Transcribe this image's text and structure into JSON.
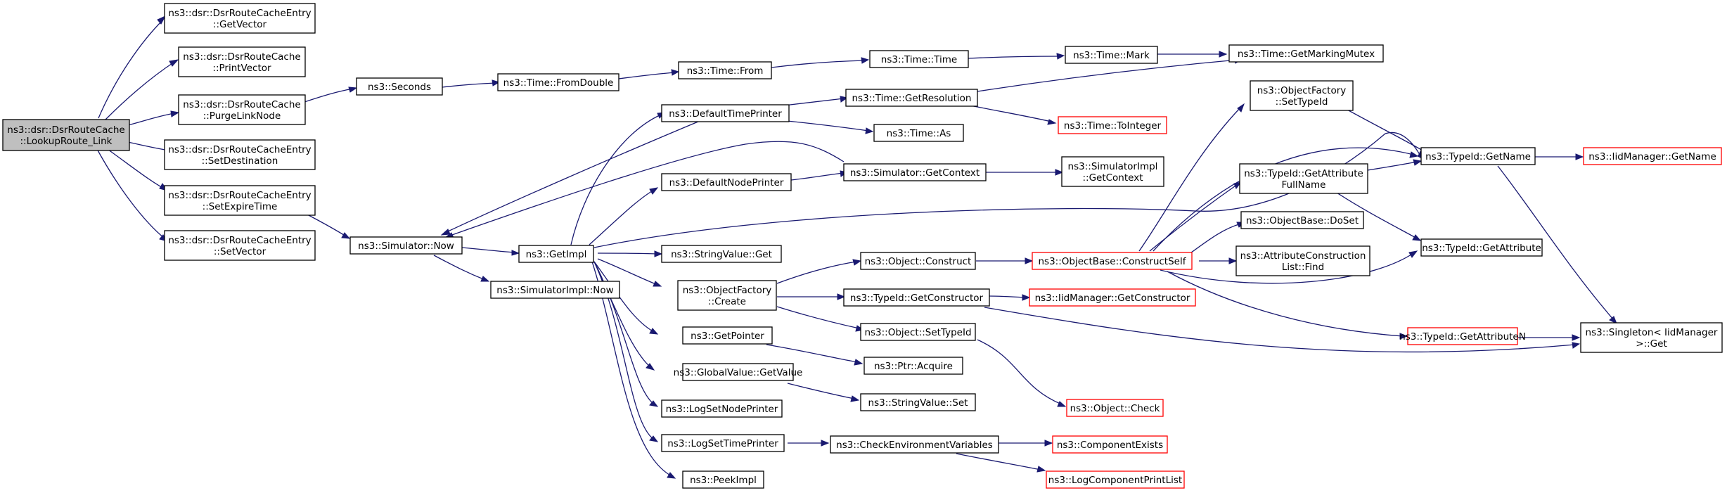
{
  "diagram": {
    "type": "call-graph",
    "colors": {
      "edge": "#191970",
      "root_fill": "#bfbfbf",
      "node_border": "#000000",
      "truncated_border": "#ff0000",
      "text": "#000000"
    },
    "nodes": [
      {
        "id": "root",
        "lines": [
          "ns3::dsr::DsrRouteCache",
          "::LookupRoute_Link"
        ],
        "style": "root"
      },
      {
        "id": "n_getvector",
        "lines": [
          "ns3::dsr::DsrRouteCacheEntry",
          "::GetVector"
        ],
        "style": "normal"
      },
      {
        "id": "n_printvector",
        "lines": [
          "ns3::dsr::DsrRouteCache",
          "::PrintVector"
        ],
        "style": "normal"
      },
      {
        "id": "n_purgelink",
        "lines": [
          "ns3::dsr::DsrRouteCache",
          "::PurgeLinkNode"
        ],
        "style": "normal"
      },
      {
        "id": "n_setdest",
        "lines": [
          "ns3::dsr::DsrRouteCacheEntry",
          "::SetDestination"
        ],
        "style": "normal"
      },
      {
        "id": "n_setexpire",
        "lines": [
          "ns3::dsr::DsrRouteCacheEntry",
          "::SetExpireTime"
        ],
        "style": "normal"
      },
      {
        "id": "n_setvector",
        "lines": [
          "ns3::dsr::DsrRouteCacheEntry",
          "::SetVector"
        ],
        "style": "normal"
      },
      {
        "id": "n_seconds",
        "lines": [
          "ns3::Seconds"
        ],
        "style": "normal"
      },
      {
        "id": "n_simnow",
        "lines": [
          "ns3::Simulator::Now"
        ],
        "style": "normal"
      },
      {
        "id": "n_fromdouble",
        "lines": [
          "ns3::Time::FromDouble"
        ],
        "style": "normal"
      },
      {
        "id": "n_getimpl",
        "lines": [
          "ns3::GetImpl"
        ],
        "style": "normal"
      },
      {
        "id": "n_simimplnow",
        "lines": [
          "ns3::SimulatorImpl::Now"
        ],
        "style": "normal"
      },
      {
        "id": "n_timefrom",
        "lines": [
          "ns3::Time::From"
        ],
        "style": "normal"
      },
      {
        "id": "n_deftimeprinter",
        "lines": [
          "ns3::DefaultTimePrinter"
        ],
        "style": "normal"
      },
      {
        "id": "n_defnodeprinter",
        "lines": [
          "ns3::DefaultNodePrinter"
        ],
        "style": "normal"
      },
      {
        "id": "n_strvalget",
        "lines": [
          "ns3::StringValue::Get"
        ],
        "style": "normal"
      },
      {
        "id": "n_objfactcreate",
        "lines": [
          "ns3::ObjectFactory",
          "::Create"
        ],
        "style": "normal"
      },
      {
        "id": "n_getpointer",
        "lines": [
          "ns3::GetPointer"
        ],
        "style": "normal"
      },
      {
        "id": "n_gvgetvalue",
        "lines": [
          "ns3::GlobalValue::GetValue"
        ],
        "style": "normal"
      },
      {
        "id": "n_logsetnode",
        "lines": [
          "ns3::LogSetNodePrinter"
        ],
        "style": "normal"
      },
      {
        "id": "n_logsettime",
        "lines": [
          "ns3::LogSetTimePrinter"
        ],
        "style": "normal"
      },
      {
        "id": "n_peekimpl",
        "lines": [
          "ns3::PeekImpl"
        ],
        "style": "normal"
      },
      {
        "id": "n_timetime",
        "lines": [
          "ns3::Time::Time"
        ],
        "style": "normal"
      },
      {
        "id": "n_getres",
        "lines": [
          "ns3::Time::GetResolution"
        ],
        "style": "normal"
      },
      {
        "id": "n_timeas",
        "lines": [
          "ns3::Time::As"
        ],
        "style": "normal"
      },
      {
        "id": "n_simgetctx",
        "lines": [
          "ns3::Simulator::GetContext"
        ],
        "style": "normal"
      },
      {
        "id": "n_objconstruct",
        "lines": [
          "ns3::Object::Construct"
        ],
        "style": "normal"
      },
      {
        "id": "n_tidgetctor",
        "lines": [
          "ns3::TypeId::GetConstructor"
        ],
        "style": "normal"
      },
      {
        "id": "n_objsettid",
        "lines": [
          "ns3::Object::SetTypeId"
        ],
        "style": "normal"
      },
      {
        "id": "n_ptracquire",
        "lines": [
          "ns3::Ptr::Acquire"
        ],
        "style": "normal"
      },
      {
        "id": "n_strvalset",
        "lines": [
          "ns3::StringValue::Set"
        ],
        "style": "normal"
      },
      {
        "id": "n_checkenv",
        "lines": [
          "ns3::CheckEnvironmentVariables"
        ],
        "style": "normal"
      },
      {
        "id": "n_timemark",
        "lines": [
          "ns3::Time::Mark"
        ],
        "style": "normal"
      },
      {
        "id": "n_timetoint",
        "lines": [
          "ns3::Time::ToInteger"
        ],
        "style": "truncated"
      },
      {
        "id": "n_simimplgetctx",
        "lines": [
          "ns3::SimulatorImpl",
          "::GetContext"
        ],
        "style": "normal"
      },
      {
        "id": "n_objbaseconstruct",
        "lines": [
          "ns3::ObjectBase::ConstructSelf"
        ],
        "style": "truncated"
      },
      {
        "id": "n_iidgetctor",
        "lines": [
          "ns3::IidManager::GetConstructor"
        ],
        "style": "truncated"
      },
      {
        "id": "n_objcheck",
        "lines": [
          "ns3::Object::Check"
        ],
        "style": "truncated"
      },
      {
        "id": "n_compexists",
        "lines": [
          "ns3::ComponentExists"
        ],
        "style": "truncated"
      },
      {
        "id": "n_logcompprint",
        "lines": [
          "ns3::LogComponentPrintList"
        ],
        "style": "truncated"
      },
      {
        "id": "n_getmarkingmutex",
        "lines": [
          "ns3::Time::GetMarkingMutex"
        ],
        "style": "normal"
      },
      {
        "id": "n_objfactsettid",
        "lines": [
          "ns3::ObjectFactory",
          "::SetTypeId"
        ],
        "style": "normal"
      },
      {
        "id": "n_tidgetattrfull",
        "lines": [
          "ns3::TypeId::GetAttribute",
          "FullName"
        ],
        "style": "normal"
      },
      {
        "id": "n_objbasedoset",
        "lines": [
          "ns3::ObjectBase::DoSet"
        ],
        "style": "normal"
      },
      {
        "id": "n_attrconstrfind",
        "lines": [
          "ns3::AttributeConstruction",
          "List::Find"
        ],
        "style": "normal"
      },
      {
        "id": "n_tidgetattrn",
        "lines": [
          "ns3::TypeId::GetAttributeN"
        ],
        "style": "truncated"
      },
      {
        "id": "n_tidgetname",
        "lines": [
          "ns3::TypeId::GetName"
        ],
        "style": "normal"
      },
      {
        "id": "n_tidgetattr",
        "lines": [
          "ns3::TypeId::GetAttribute"
        ],
        "style": "normal"
      },
      {
        "id": "n_singletonget",
        "lines": [
          "ns3::Singleton< IidManager",
          " >::Get"
        ],
        "style": "normal"
      },
      {
        "id": "n_iidgetname",
        "lines": [
          "ns3::IidManager::GetName"
        ],
        "style": "truncated"
      }
    ]
  }
}
